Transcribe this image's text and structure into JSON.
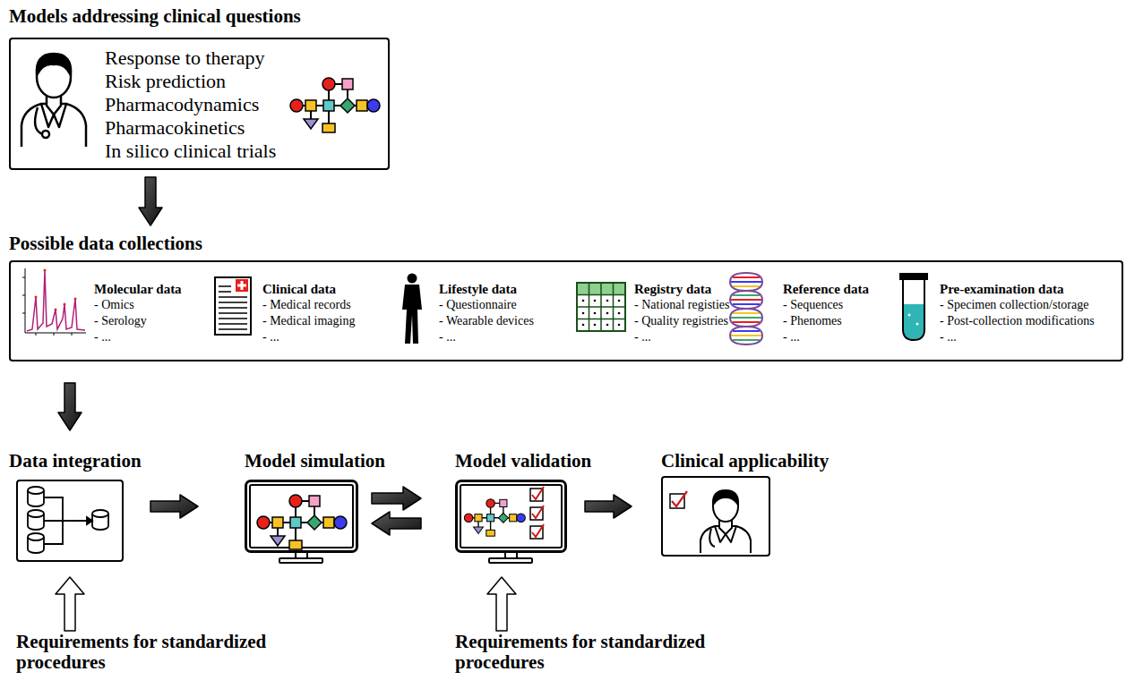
{
  "diagram": {
    "nodes": [
      {
        "text": [
          "Models addressing clinical questions",
          "Response to therapy",
          "Risk prediction",
          "Pharmacodynamics",
          "Pharmacokinetics",
          "In silico clinical trials"
        ]
      },
      {
        "text": [
          "Possible data collections",
          "Molecular data",
          "- Omics",
          "- Serology",
          "- ...",
          "Clinical data",
          "- Medical records",
          "- Medical imaging",
          "- ...",
          "Lifestyle data",
          "- Questionnaire",
          "- Wearable devices",
          "- ...",
          "Registry data",
          "- National registies",
          "- Quality registries",
          "- ...",
          "Reference data",
          "- Sequences",
          "- Phenomes",
          "- ...",
          "Pre-examination data",
          "- Specimen collection/storage",
          "- Post-collection modifications",
          "- ..."
        ]
      },
      {
        "text": [
          "Data integration"
        ]
      },
      {
        "text": [
          "Model simulation"
        ]
      },
      {
        "text": [
          "Model validation"
        ]
      },
      {
        "text": [
          "Clinical applicability"
        ]
      }
    ],
    "edges": [
      {
        "from": 0,
        "to": 1,
        "arrow": "to"
      },
      {
        "from": 1,
        "to": 2,
        "arrow": "to"
      },
      {
        "from": 2,
        "to": 3,
        "arrow": "to"
      },
      {
        "from": 3,
        "to": 4,
        "arrow": "to"
      },
      {
        "from": 4,
        "to": 3,
        "arrow": "to"
      },
      {
        "from": 4,
        "to": 5,
        "arrow": "to"
      }
    ],
    "labels": [
      "Requirements for standardized procedures",
      "Requirements for standardized procedures"
    ]
  }
}
